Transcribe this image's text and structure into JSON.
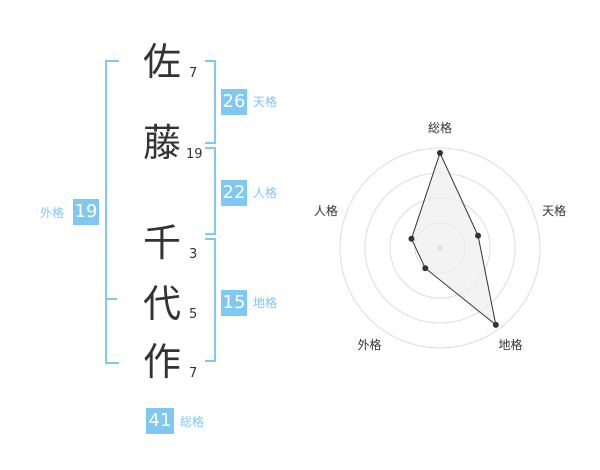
{
  "name": {
    "chars": [
      {
        "char": "佐",
        "strokes": "7"
      },
      {
        "char": "藤",
        "strokes": "19"
      },
      {
        "char": "千",
        "strokes": "3"
      },
      {
        "char": "代",
        "strokes": "5"
      },
      {
        "char": "作",
        "strokes": "7"
      }
    ]
  },
  "fortune": {
    "tenkaku": {
      "value": "26",
      "label": "天格"
    },
    "jinkaku": {
      "value": "22",
      "label": "人格"
    },
    "chikaku": {
      "value": "15",
      "label": "地格"
    },
    "gaikaku": {
      "value": "19",
      "label": "外格"
    },
    "soukaku": {
      "value": "41",
      "label": "総格"
    }
  },
  "colors": {
    "accent": "#7ec8f2",
    "text": "#333333",
    "grid": "#dddddd",
    "fill": "#eeeeee"
  },
  "chart_data": {
    "type": "radar",
    "axes": [
      "総格",
      "天格",
      "地格",
      "外格",
      "人格"
    ],
    "values": [
      0.95,
      0.4,
      0.95,
      0.25,
      0.3
    ],
    "rings": 4,
    "grid": true
  }
}
